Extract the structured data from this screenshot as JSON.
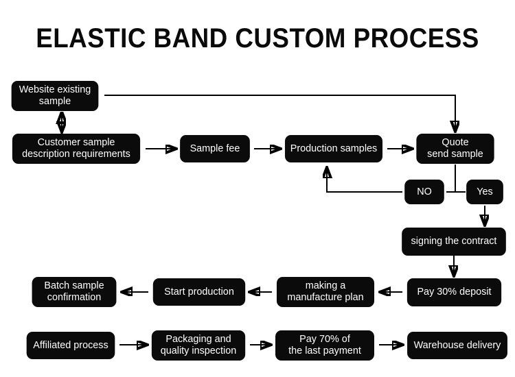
{
  "page": {
    "title": "ELASTIC BAND CUSTOM PROCESS",
    "background_color": "#ffffff",
    "node_color": "#0b0b0b",
    "node_text_color": "#ffffff",
    "edge_color": "#000000"
  },
  "nodes": {
    "website_existing_sample": "Website existing\nsample",
    "customer_sample_description_requirements": "Customer sample\ndescription requirements",
    "sample_fee": "Sample fee",
    "production_samples": "Production samples",
    "quote_send_sample": "Quote\nsend sample",
    "no": "NO",
    "yes": "Yes",
    "signing_the_contract": "signing the contract",
    "pay_30_deposit": "Pay 30% deposit",
    "making_a_manufacture_plan": "making a\nmanufacture plan",
    "start_production": "Start production",
    "batch_sample_confirmation": "Batch sample\nconfirmation",
    "affiliated_process": "Affiliated process",
    "packaging_and_quality_inspection": "Packaging and\nquality inspection",
    "pay_70_last_payment": "Pay 70% of\nthe last payment",
    "warehouse_delivery": "Warehouse delivery"
  },
  "flow": {
    "edges": [
      {
        "from": "website_existing_sample",
        "to": "customer_sample_description_requirements",
        "type": "double-arrow-vertical"
      },
      {
        "from": "website_existing_sample",
        "to": "quote_send_sample",
        "type": "elbow-right-down"
      },
      {
        "from": "customer_sample_description_requirements",
        "to": "sample_fee",
        "type": "arrow-right"
      },
      {
        "from": "sample_fee",
        "to": "production_samples",
        "type": "arrow-right"
      },
      {
        "from": "production_samples",
        "to": "quote_send_sample",
        "type": "arrow-right"
      },
      {
        "from": "quote_send_sample",
        "to": "no",
        "type": "tee-down-left"
      },
      {
        "from": "quote_send_sample",
        "to": "yes",
        "type": "tee-down-right"
      },
      {
        "from": "no",
        "to": "production_samples",
        "type": "elbow-left-up-arrow"
      },
      {
        "from": "yes",
        "to": "signing_the_contract",
        "type": "arrow-down"
      },
      {
        "from": "signing_the_contract",
        "to": "pay_30_deposit",
        "type": "arrow-down"
      },
      {
        "from": "pay_30_deposit",
        "to": "making_a_manufacture_plan",
        "type": "arrow-left"
      },
      {
        "from": "making_a_manufacture_plan",
        "to": "start_production",
        "type": "arrow-left"
      },
      {
        "from": "start_production",
        "to": "batch_sample_confirmation",
        "type": "arrow-left"
      },
      {
        "from": "affiliated_process",
        "to": "packaging_and_quality_inspection",
        "type": "arrow-right"
      },
      {
        "from": "packaging_and_quality_inspection",
        "to": "pay_70_last_payment",
        "type": "arrow-right"
      },
      {
        "from": "pay_70_last_payment",
        "to": "warehouse_delivery",
        "type": "arrow-right"
      }
    ]
  }
}
